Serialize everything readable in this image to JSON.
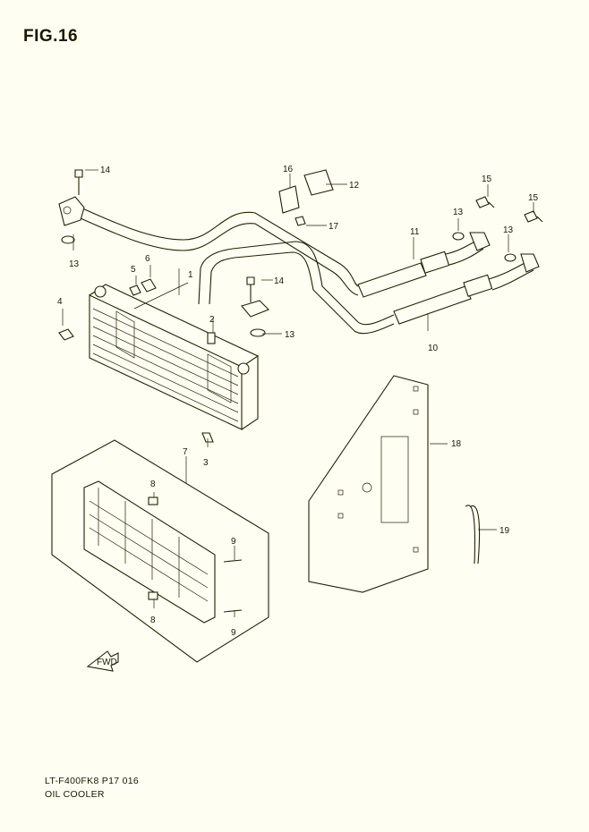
{
  "figure": {
    "title": "FIG.16",
    "code": "LT-F400FK8 P17  016",
    "name": "OIL COOLER"
  },
  "callouts": {
    "c1": "1",
    "c2": "2",
    "c3": "3",
    "c4": "4",
    "c5": "5",
    "c6": "6",
    "c7": "7",
    "c8a": "8",
    "c8b": "8",
    "c9a": "9",
    "c9b": "9",
    "c10": "10",
    "c11": "11",
    "c12": "12",
    "c13a": "13",
    "c13b": "13",
    "c13c": "13",
    "c13d": "13",
    "c14a": "14",
    "c14b": "14",
    "c15a": "15",
    "c15b": "15",
    "c16": "16",
    "c17": "17",
    "c18": "18",
    "c19": "19"
  },
  "fwd_arrow": "FWD",
  "colors": {
    "background": "#fefef2",
    "ink": "#1a1a00"
  }
}
